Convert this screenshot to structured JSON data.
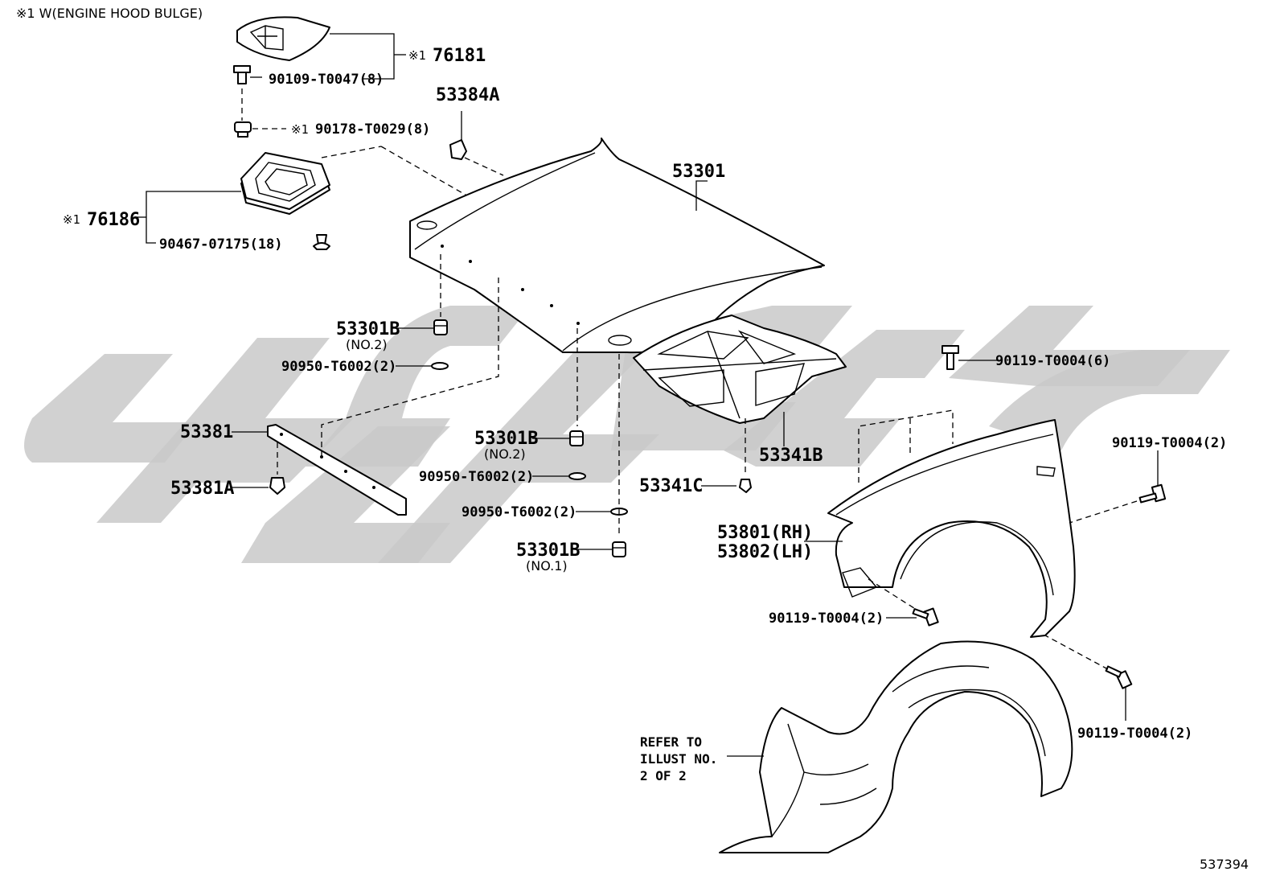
{
  "notes": {
    "bulge": "※1 W(ENGINE HOOD BULGE)"
  },
  "marks": {
    "m1": "※1"
  },
  "parts": {
    "p76181": "76181",
    "p90109": "90109-T0047(8)",
    "p90178": "90178-T0029(8)",
    "p53384A": "53384A",
    "p53301": "53301",
    "p76186": "76186",
    "p90467": "90467-07175(18)",
    "p53301B": "53301B",
    "p90950": "90950-T6002(2)",
    "p53381": "53381",
    "p53381A": "53381A",
    "p53341B": "53341B",
    "p53341C": "53341C",
    "p90119_6": "90119-T0004(6)",
    "p90119_2": "90119-T0004(2)",
    "p53801": "53801(RH)",
    "p53802": "53802(LH)"
  },
  "subs": {
    "no1": "(NO.1)",
    "no2": "(NO.2)"
  },
  "refer": {
    "line1": "REFER TO",
    "line2": "ILLUST NO.",
    "line3": "2 OF 2"
  },
  "illustration_number": "537394"
}
